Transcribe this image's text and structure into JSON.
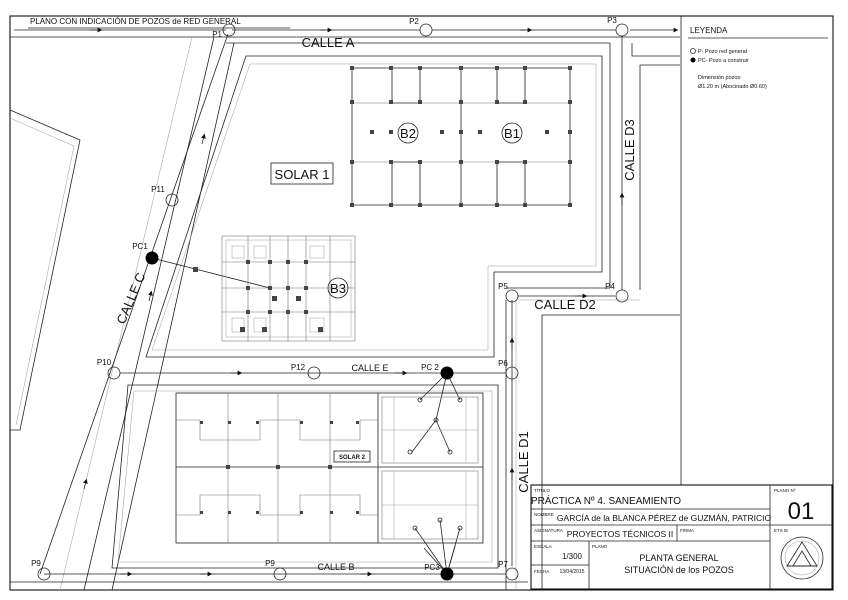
{
  "drawing_title": "PLANO CON INDICACIÓN DE POZOS de RED GENERAL",
  "streets": {
    "calle_a": "CALLE A",
    "calle_b": "CALLE B",
    "calle_c": "CALLE C",
    "calle_e": "CALLE E",
    "calle_d1": "CALLE D1",
    "calle_d2": "CALLE D2",
    "calle_d3": "CALLE D3"
  },
  "areas": {
    "solar1": "SOLAR 1",
    "solar2": "SOLAR 2"
  },
  "buildings": {
    "b1": "B1",
    "b2": "B2",
    "b3": "B3"
  },
  "wells_general": [
    {
      "id": "p1",
      "label": "P1"
    },
    {
      "id": "p2",
      "label": "P2"
    },
    {
      "id": "p3",
      "label": "P3"
    },
    {
      "id": "p4",
      "label": "P4"
    },
    {
      "id": "p5",
      "label": "P5"
    },
    {
      "id": "p6",
      "label": "P6"
    },
    {
      "id": "p7",
      "label": "P7"
    },
    {
      "id": "p9a",
      "label": "P9"
    },
    {
      "id": "p9b",
      "label": "P9"
    },
    {
      "id": "p10",
      "label": "P10"
    },
    {
      "id": "p11",
      "label": "P11"
    },
    {
      "id": "p12",
      "label": "P12"
    }
  ],
  "wells_new": [
    {
      "id": "pc1",
      "label": "PC1"
    },
    {
      "id": "pc2",
      "label": "PC 2"
    },
    {
      "id": "pc3",
      "label": "PC3"
    }
  ],
  "legend": {
    "title": "LEYENDA",
    "item_p": "P- Pozo red general",
    "item_pc": "PC- Pozo a construir",
    "dim_title": "Dimensión pozos:",
    "dim_value": "Ø1.20 m (Abocinado Ø0.60)"
  },
  "title_block": {
    "titulo_label": "TÍTULO",
    "titulo_value": "PRÁCTICA Nº 4. SANEAMIENTO",
    "nombre_label": "NOMBRE",
    "nombre_value": "GARCÍA de la BLANCA PÉREZ de GUZMÁN, PATRICIO",
    "asignatura_label": "ASIGNATURA",
    "asignatura_value": "PROYECTOS TÉCNICOS II",
    "firma_label": "FIRMA",
    "escala_label": "ESCALA",
    "escala_value": "1/300",
    "fecha_label": "FECHA",
    "fecha_value": "13/04/2015",
    "plano_label": "PLANO",
    "plano_value_1": "PLANTA GENERAL",
    "plano_value_2": "SITUACIÓN de los POZOS",
    "plano_no_label": "PLANO Nº",
    "plano_no_value": "01",
    "school_label": "ETS IE"
  }
}
